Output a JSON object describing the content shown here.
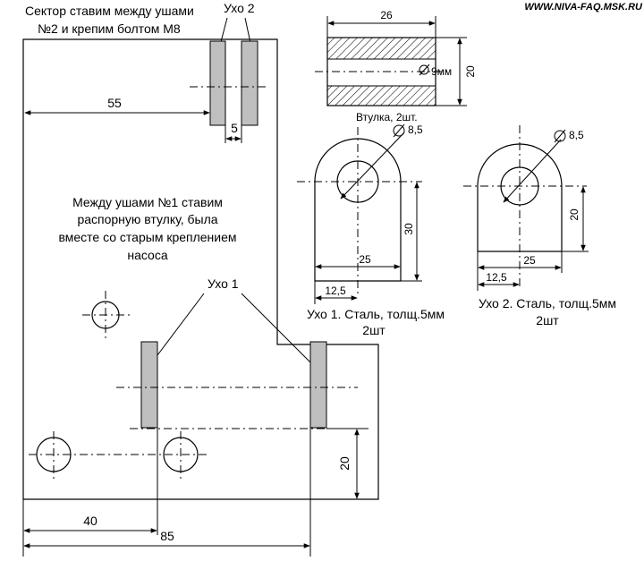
{
  "watermark": "WWW.NIVA-FAQ.MSK.RU",
  "notes": {
    "sector_line1": "Сектор ставим между ушами",
    "sector_line2": "№2 и крепим болтом М8",
    "ear2_label": "Ухо 2",
    "ear1_label": "Ухо 1",
    "spacer_note": [
      "Между ушами №1 ставим",
      "распорную втулку, была",
      "вместе со старым креплением",
      "насоса"
    ]
  },
  "plate_dims": {
    "d55": "55",
    "d5": "5",
    "d20": "20",
    "d40": "40",
    "d85": "85"
  },
  "bushing": {
    "d26": "26",
    "d20": "20",
    "bore": "9мм",
    "caption": "Втулка, 2шт."
  },
  "ear1_part": {
    "hole": "8,5",
    "d30": "30",
    "d25": "25",
    "d12": "12,5",
    "caption1": "Ухо 1. Сталь, толщ.5мм",
    "caption2": "2шт"
  },
  "ear2_part": {
    "hole": "8,5",
    "d20": "20",
    "d25": "25",
    "d12": "12,5",
    "caption1": "Ухо 2. Сталь, толщ.5мм",
    "caption2": "2шт"
  }
}
